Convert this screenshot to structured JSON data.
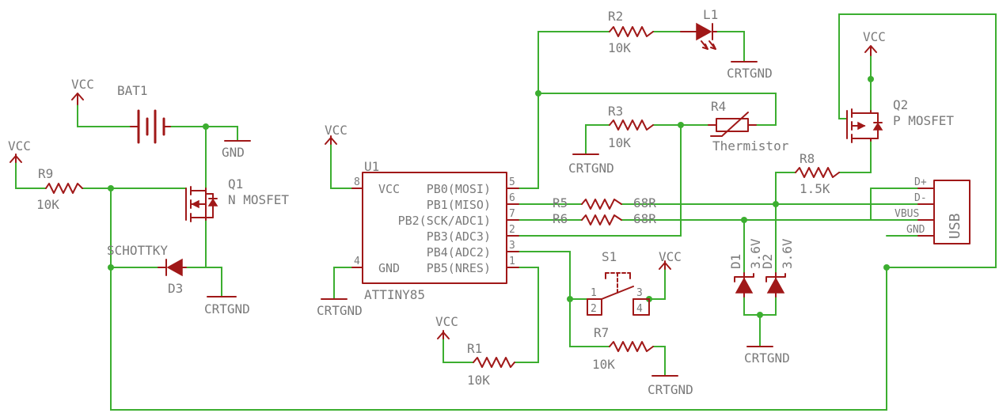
{
  "bat1": "BAT1",
  "vcc": "VCC",
  "gnd": "GND",
  "crtgnd": "CRTGND",
  "r9": {
    "name": "R9",
    "value": "10K"
  },
  "q1": {
    "name": "Q1",
    "type": "N MOSFET"
  },
  "d3": {
    "name": "D3",
    "type": "SCHOTTKY"
  },
  "u1": {
    "name": "U1",
    "part": "ATTINY85",
    "pins_left": [
      {
        "num": "8",
        "label": "VCC"
      },
      {
        "num": "4",
        "label": "GND"
      }
    ],
    "pins_right": [
      {
        "num": "5",
        "label": "PB0(MOSI)"
      },
      {
        "num": "6",
        "label": "PB1(MISO)"
      },
      {
        "num": "7",
        "label": "PB2(SCK/ADC1)"
      },
      {
        "num": "2",
        "label": "PB3(ADC3)"
      },
      {
        "num": "3",
        "label": "PB4(ADC2)"
      },
      {
        "num": "1",
        "label": "PB5(NRES)"
      }
    ]
  },
  "r1": {
    "name": "R1",
    "value": "10K"
  },
  "r2": {
    "name": "R2",
    "value": "10K"
  },
  "r3": {
    "name": "R3",
    "value": "10K"
  },
  "r4": {
    "name": "R4",
    "type": "Thermistor"
  },
  "r5": {
    "name": "R5",
    "value": "68R"
  },
  "r6": {
    "name": "R6",
    "value": "68R"
  },
  "r7": {
    "name": "R7",
    "value": "10K"
  },
  "r8": {
    "name": "R8",
    "value": "1.5K"
  },
  "l1": "L1",
  "s1": {
    "name": "S1",
    "pins": [
      "1",
      "2",
      "3",
      "4"
    ]
  },
  "d1": {
    "name": "D1",
    "value": "3.6V"
  },
  "d2": {
    "name": "D2",
    "value": "3.6V"
  },
  "q2": {
    "name": "Q2",
    "type": "P MOSFET"
  },
  "usb": {
    "label": "USB",
    "pins": [
      "D+",
      "D-",
      "VBUS",
      "GND"
    ]
  },
  "colors": {
    "wire": "#3cae30",
    "part": "#a01818",
    "text": "#7a7a7a"
  }
}
